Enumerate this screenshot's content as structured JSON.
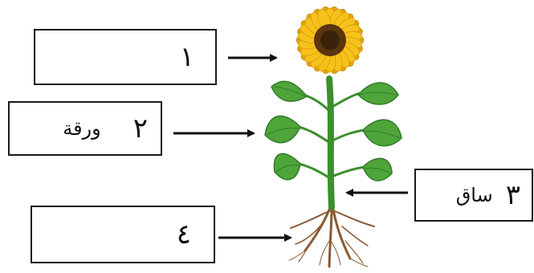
{
  "labels": [
    {
      "number": "١",
      "text": ""
    },
    {
      "number": "٢",
      "text": "ورقة"
    },
    {
      "number": "٣",
      "text": "ساق"
    },
    {
      "number": "٤",
      "text": ""
    }
  ],
  "colors": {
    "petal": "#f6c21a",
    "petal_dark": "#e2a30c",
    "center": "#5a3510",
    "leaf": "#4fa43a",
    "leaf_dark": "#2f7d27",
    "stem": "#3d8f2e",
    "root": "#8a5a34",
    "arrow": "#111111"
  },
  "icons": [
    "sunflower-illustration",
    "arrow-icon"
  ]
}
